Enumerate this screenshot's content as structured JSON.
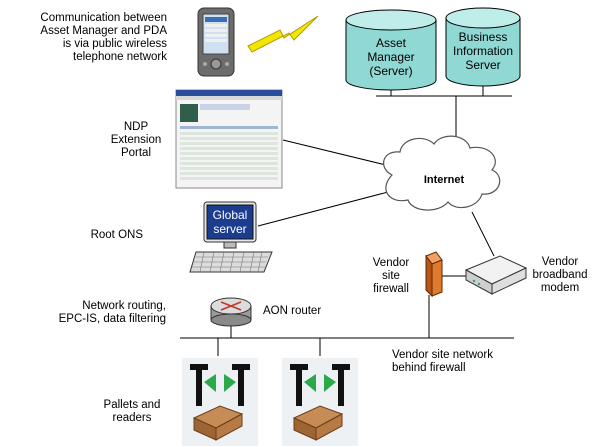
{
  "left_labels": {
    "communication": [
      "Communication between",
      "Asset Manager and PDA",
      "is via public wireless",
      "telephone network"
    ],
    "ndp": [
      "NDP",
      "Extension",
      "Portal"
    ],
    "root_ons": [
      "Root ONS"
    ],
    "network_routing": [
      "Network routing,",
      "EPC-IS, data filtering"
    ],
    "pallets": [
      "Pallets and",
      "readers"
    ]
  },
  "servers": {
    "asset_manager": [
      "Asset",
      "Manager",
      "(Server)"
    ],
    "business_info": [
      "Business",
      "Information",
      "Server"
    ]
  },
  "cloud_label": "Internet",
  "global_server": [
    "Global",
    "server"
  ],
  "vendor_firewall": [
    "Vendor",
    "site",
    "firewall"
  ],
  "vendor_modem": [
    "Vendor",
    "broadband",
    "modem"
  ],
  "aon_router": "AON router",
  "vendor_network": [
    "Vendor site network",
    "behind firewall"
  ],
  "colors": {
    "server_fill": "#8fd8d4",
    "firewall_fill": "#e07a2e",
    "lightning": "#f3e600",
    "screen_blue": "#1c3d8f"
  }
}
